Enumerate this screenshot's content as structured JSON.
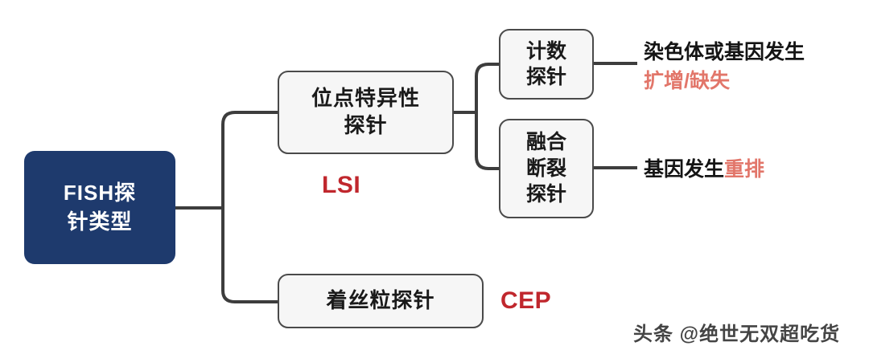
{
  "diagram": {
    "title": "FISH探针类型",
    "root": {
      "label_line1": "FISH探",
      "label_line2": "针类型",
      "color": "#1e3a6d",
      "text_color": "#ffffff"
    },
    "branches": [
      {
        "id": "lsi",
        "label_line1": "位点特异性",
        "label_line2": "探针",
        "abbr": "LSI",
        "abbr_color": "#c0272d",
        "children": [
          {
            "id": "counting-probe",
            "label_line1": "计数",
            "label_line2": "探针",
            "annotation": {
              "text_black": "染色体或基因发生",
              "text_highlight": "扩增/缺失",
              "highlight_color": "#e2766a"
            }
          },
          {
            "id": "fusion-break-probe",
            "label_line1": "融合",
            "label_line2": "断裂",
            "label_line3": "探针",
            "annotation": {
              "text_black": "基因发生",
              "text_highlight": "重排",
              "highlight_color": "#e2766a"
            }
          }
        ]
      },
      {
        "id": "cep",
        "label": "着丝粒探针",
        "abbr": "CEP",
        "abbr_color": "#c0272d",
        "children": []
      }
    ],
    "style": {
      "box_fill": "#f6f6f6",
      "box_border": "#4a4a4a",
      "connector_color": "#3d3d3d",
      "background": "#ffffff"
    }
  },
  "watermark": {
    "text": "头条 @绝世无双超吃货"
  }
}
